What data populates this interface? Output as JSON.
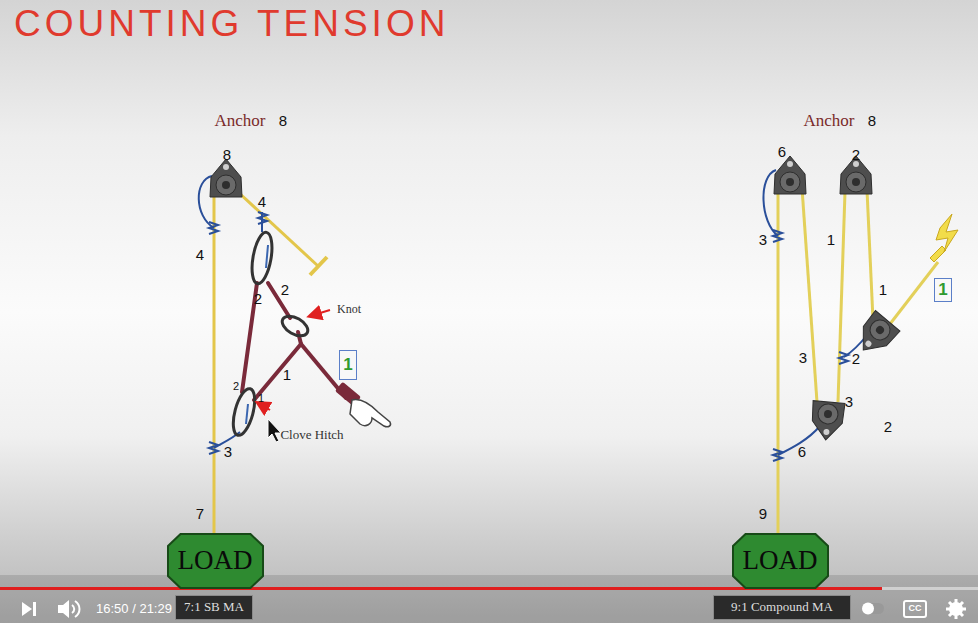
{
  "diagram": {
    "title": "COUNTING TENSION",
    "nodes": [
      {
        "text": [
          "1"
        ]
      },
      {
        "text": [
          "LOAD"
        ]
      },
      {
        "text": [
          "1"
        ]
      },
      {
        "text": [
          "LOAD"
        ]
      },
      {
        "text": [
          "7:1 SB MA"
        ]
      },
      {
        "text": [
          "9:1 Compound MA"
        ]
      }
    ],
    "labels": [
      "Anchor",
      "8",
      "8",
      "4",
      "4",
      "2",
      "2",
      "Knot",
      "1",
      "2",
      "1",
      "3",
      "Clove Hitch",
      "7",
      "Anchor",
      "8",
      "6",
      "2",
      "3",
      "1",
      "1",
      "3",
      "2",
      "3",
      "2",
      "6",
      "9",
      "16:50 / 21:29",
      "CC"
    ]
  }
}
